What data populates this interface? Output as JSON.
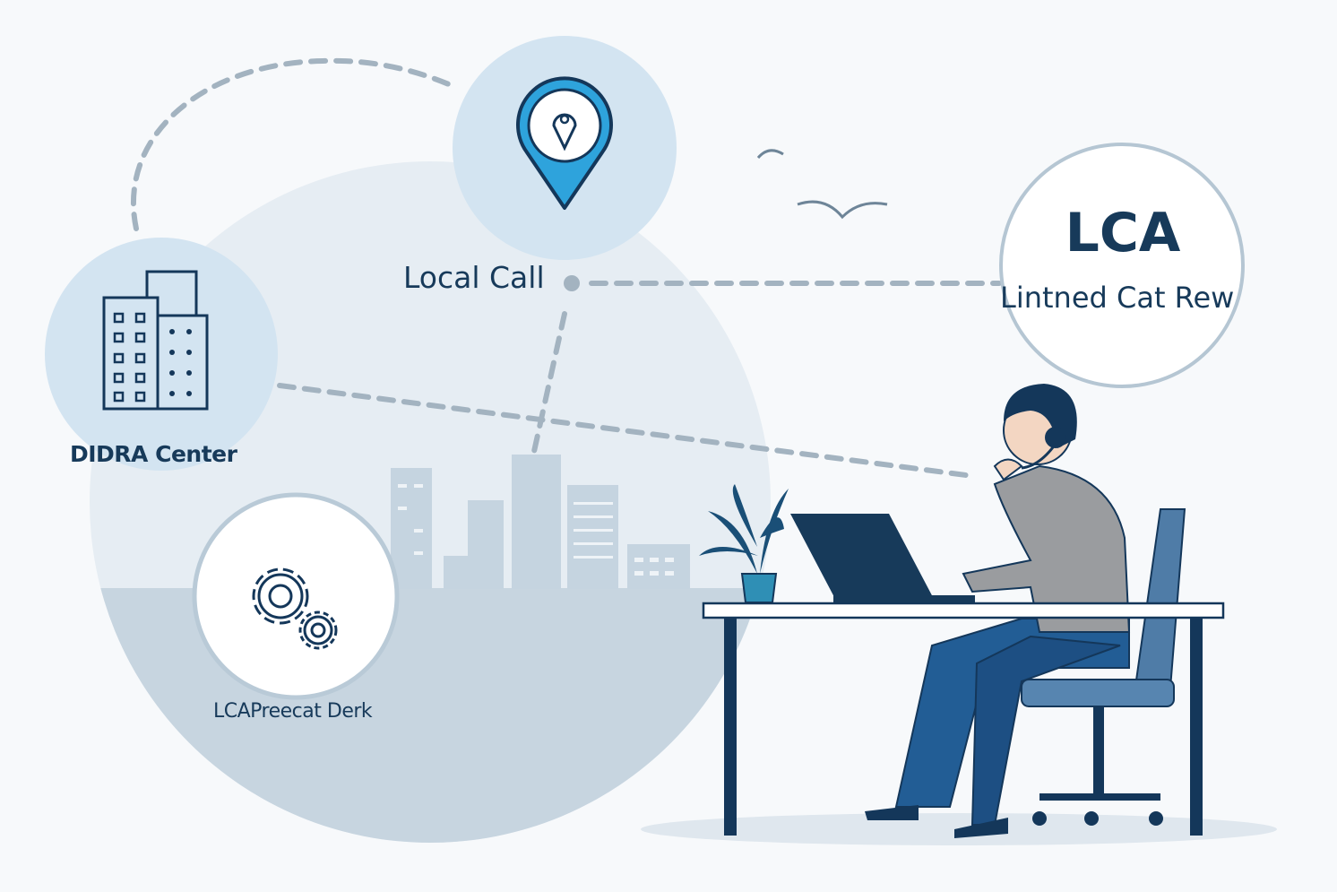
{
  "labels": {
    "local_call": "Local Call",
    "data_center": "DIDRA Center",
    "desk": "LCAPreecat Derk",
    "lca_title": "LCA",
    "lca_subtitle": "Lintned Cat Rew"
  },
  "colors": {
    "text": "#173a5a",
    "pin": "#2ea3dc",
    "circle_fill": "#d3e4f1",
    "dash": "#9fb0bd"
  }
}
